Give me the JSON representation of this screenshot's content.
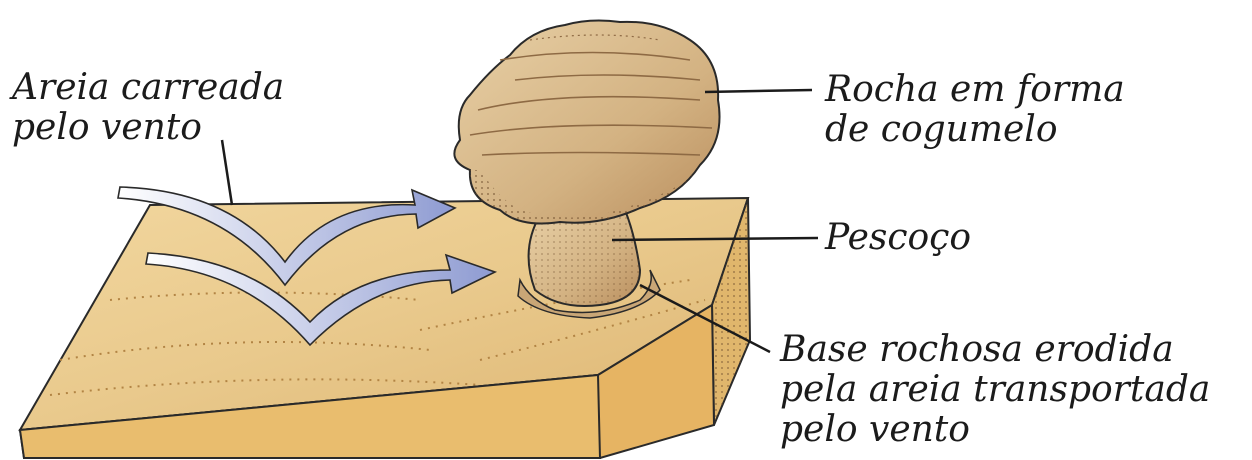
{
  "labels": {
    "sand_wind": [
      "Areia carreada",
      "pelo vento"
    ],
    "mushroom": [
      "Rocha em forma",
      "de cogumelo"
    ],
    "neck": "Pescoço",
    "base": [
      "Base rochosa erodida",
      "pela areia transportada",
      "pelo vento"
    ]
  },
  "colors": {
    "sand": "#e9c98c",
    "sand_dark": "#c99a54",
    "rock": "#d3b282",
    "rock_shadow": "#a2724a",
    "arrow": "#9aa6d6",
    "line": "#1b1b1b"
  }
}
